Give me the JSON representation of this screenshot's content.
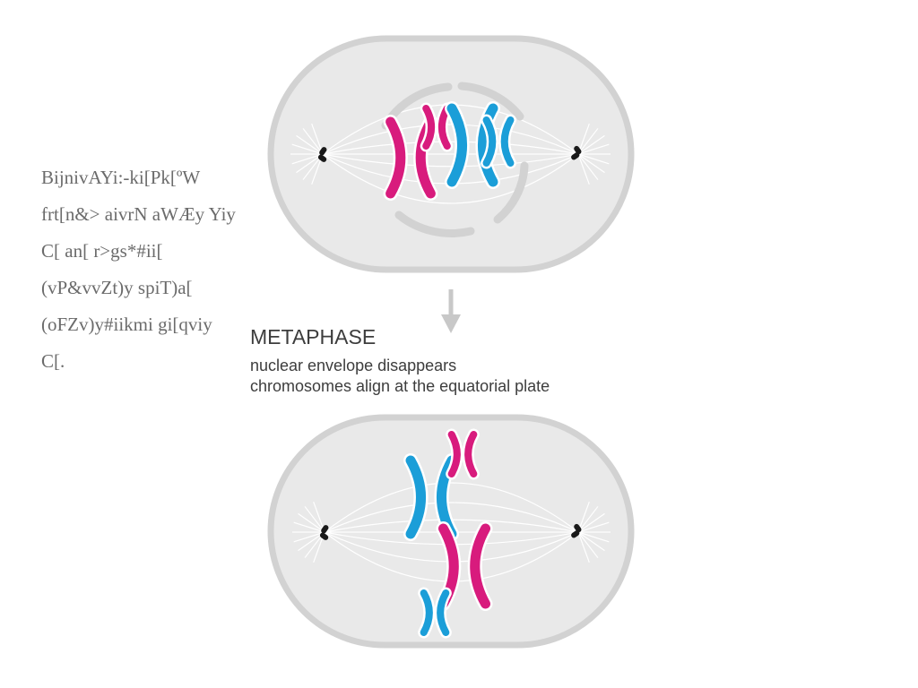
{
  "side_text": [
    "BijnivAYi:-ki[Pk[ºW",
    "frt[n&> aivrN aWÆy Yiy",
    "C[ an[ r>gs*#ii[",
    "(vP&vvZt)y spiT)a[",
    "(oFZv)y#iikmi gi[qviy",
    "C[."
  ],
  "stage": {
    "title": "METAPHASE",
    "lines": [
      "nuclear envelope disappears",
      "chromosomes align at the equatorial plate"
    ]
  },
  "colors": {
    "cell_fill": "#e9e9e9",
    "cell_border": "#d2d2d2",
    "spindle": "#ffffff",
    "centriole": "#1a1a1a",
    "chromosome_magenta": "#d81b7d",
    "chromosome_cyan": "#1b9ed8",
    "arrow": "#c8c8c8"
  },
  "icons": {
    "arrow": "down-arrow-icon",
    "centriole": "centriole-icon"
  }
}
